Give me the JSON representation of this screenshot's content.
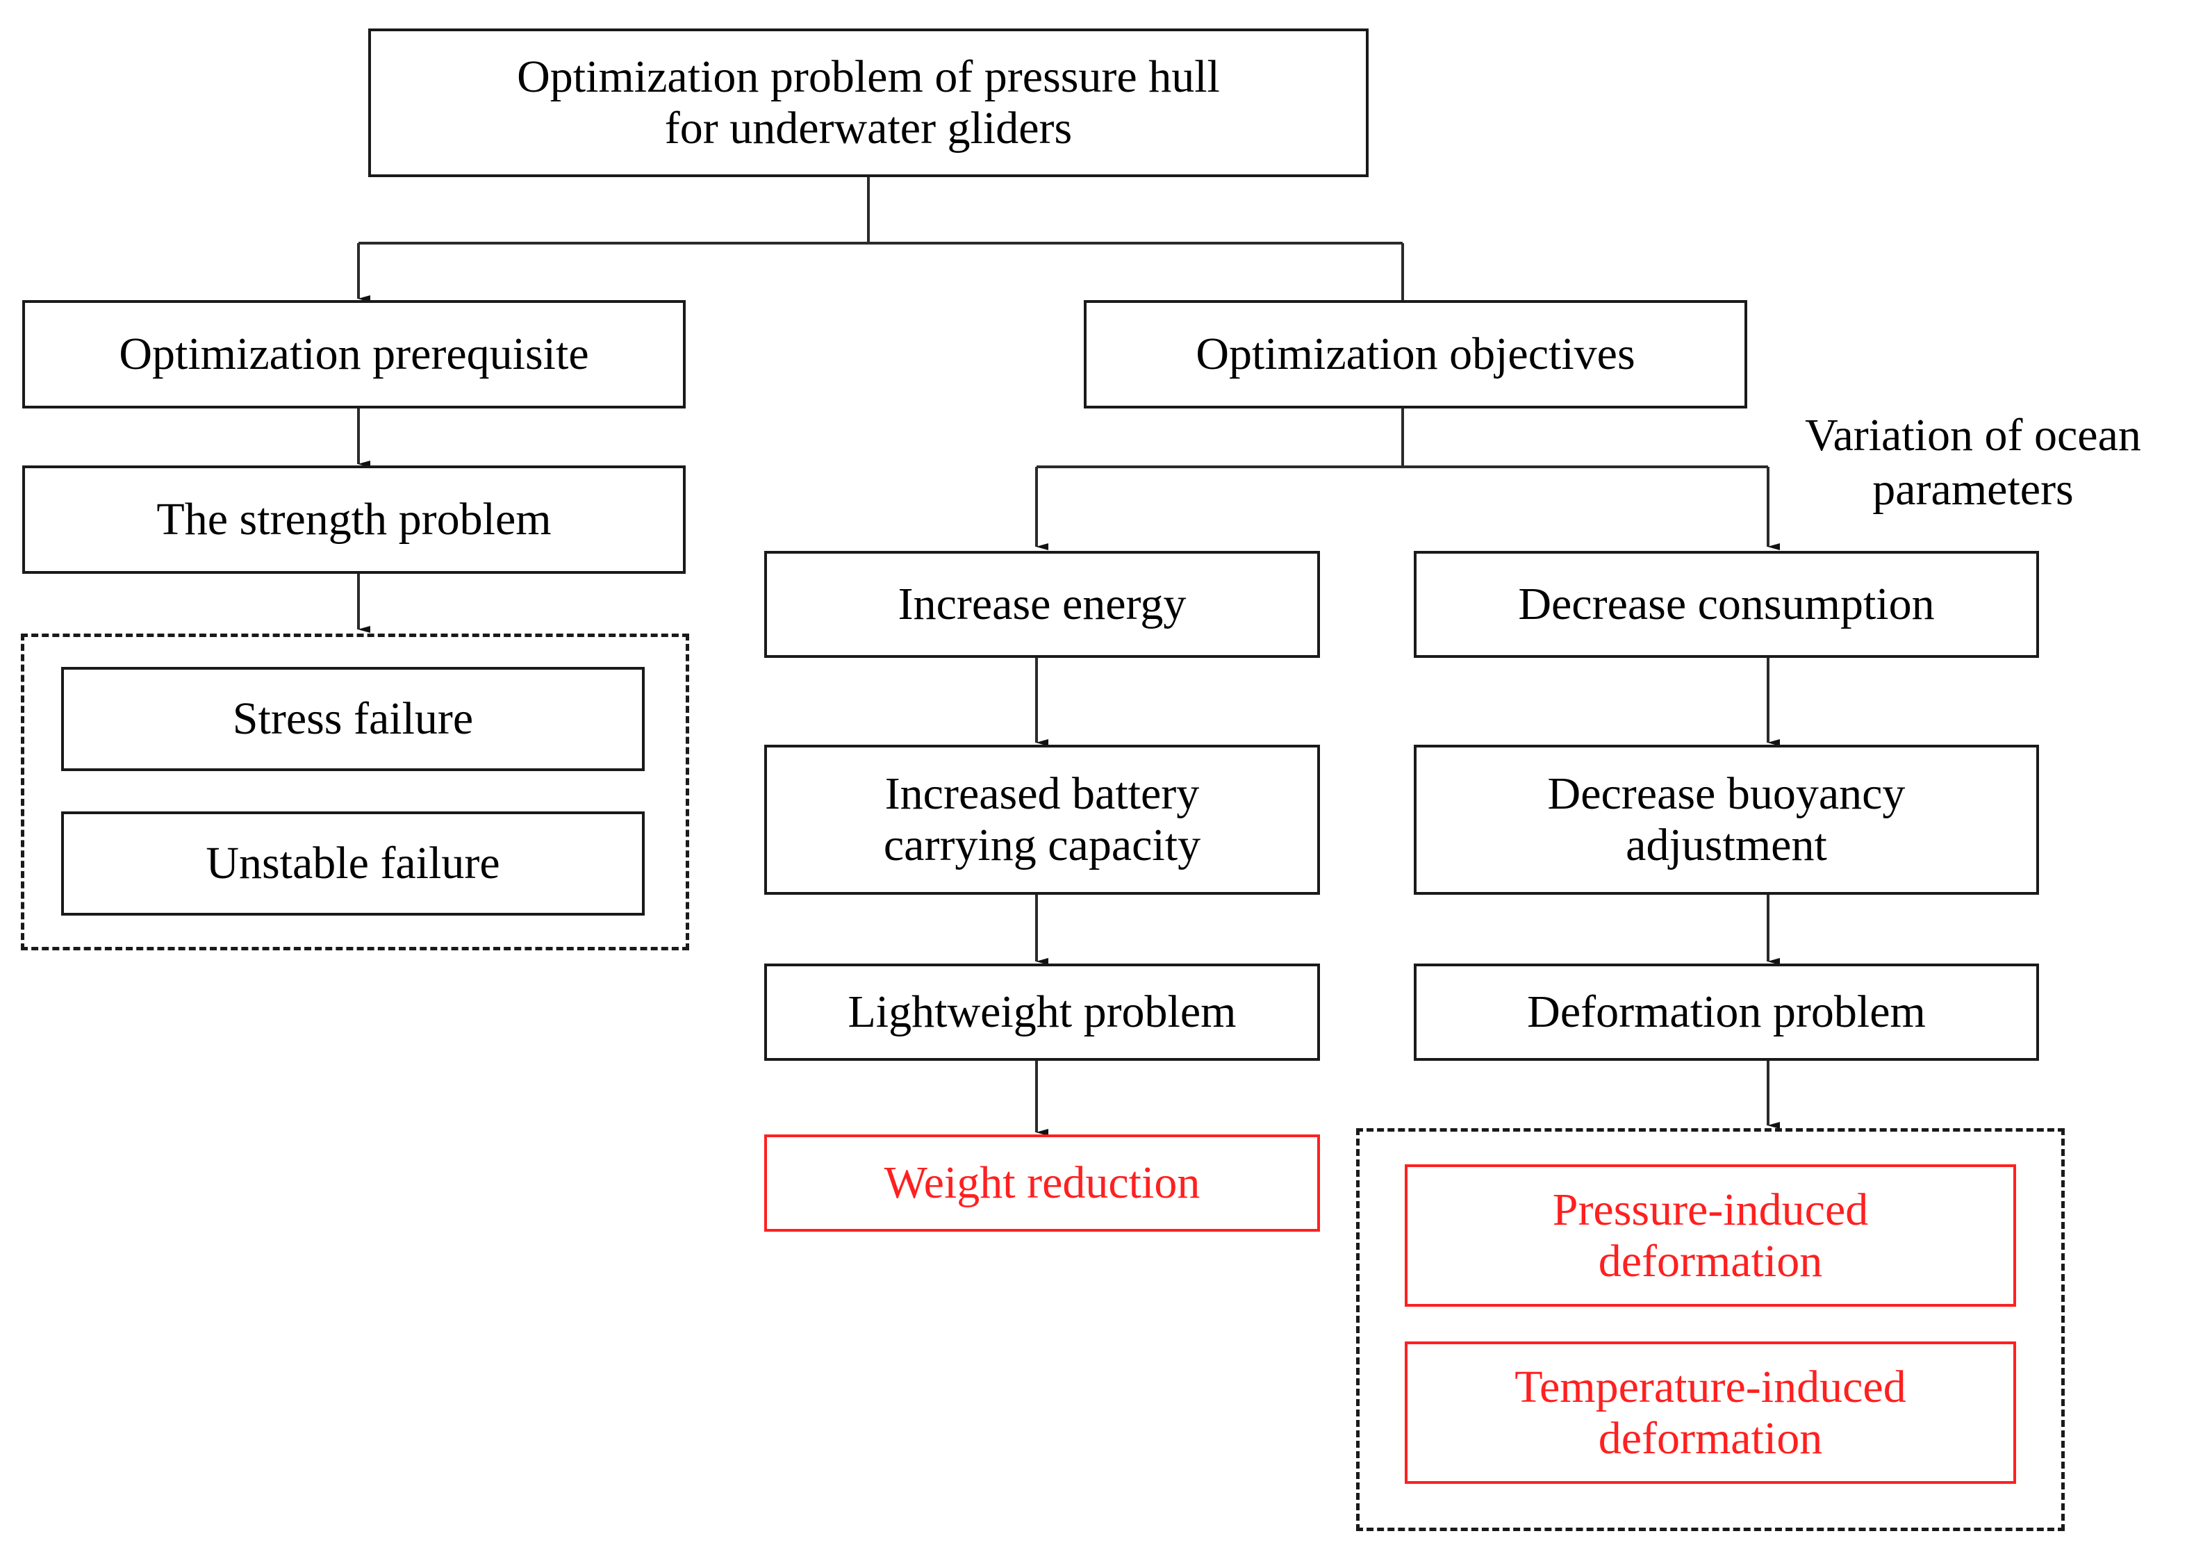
{
  "diagram": {
    "title": "Optimization problem of pressure hull for underwater gliders flowchart",
    "accent_red": "#ff2020",
    "line_color": "#2b2b2b",
    "nodes": {
      "root": "Optimization problem of pressure hull\nfor underwater gliders",
      "prerequisite": "Optimization prerequisite",
      "strength_problem": "The strength problem",
      "stress_failure": "Stress failure",
      "unstable_failure": "Unstable failure",
      "objectives": "Optimization objectives",
      "increase_energy": "Increase energy",
      "increased_battery": "Increased battery\ncarrying capacity",
      "lightweight_problem": "Lightweight problem",
      "weight_reduction": "Weight reduction",
      "decrease_consumption": "Decrease consumption",
      "decrease_buoyancy": "Decrease buoyancy\nadjustment",
      "deformation_problem": "Deformation problem",
      "pressure_induced": "Pressure-induced\ndeformation",
      "temperature_induced": "Temperature-induced\ndeformation"
    },
    "annotations": {
      "ocean_parameters": "Variation of ocean\nparameters"
    }
  }
}
